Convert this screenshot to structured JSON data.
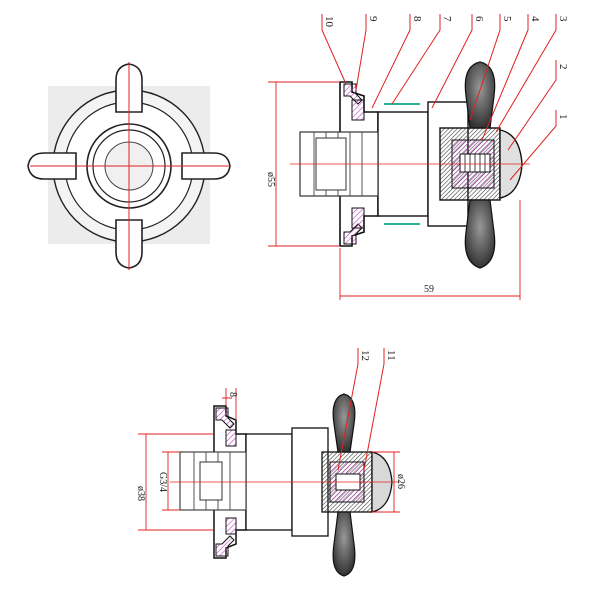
{
  "callouts": [
    "10",
    "9",
    "8",
    "7",
    "6",
    "5",
    "4",
    "3",
    "2",
    "1",
    "12",
    "11"
  ],
  "dimensions": {
    "dia_55": "ø55",
    "length_59": "59",
    "dim_8": "8",
    "dia_38": "ø38",
    "thread": "G3/4",
    "dia_26": "ø26"
  },
  "colors": {
    "leader": "#e02020",
    "seal": "#c040c0",
    "outline": "#111111",
    "hatch": "#c040c0",
    "handle": "#555555"
  }
}
